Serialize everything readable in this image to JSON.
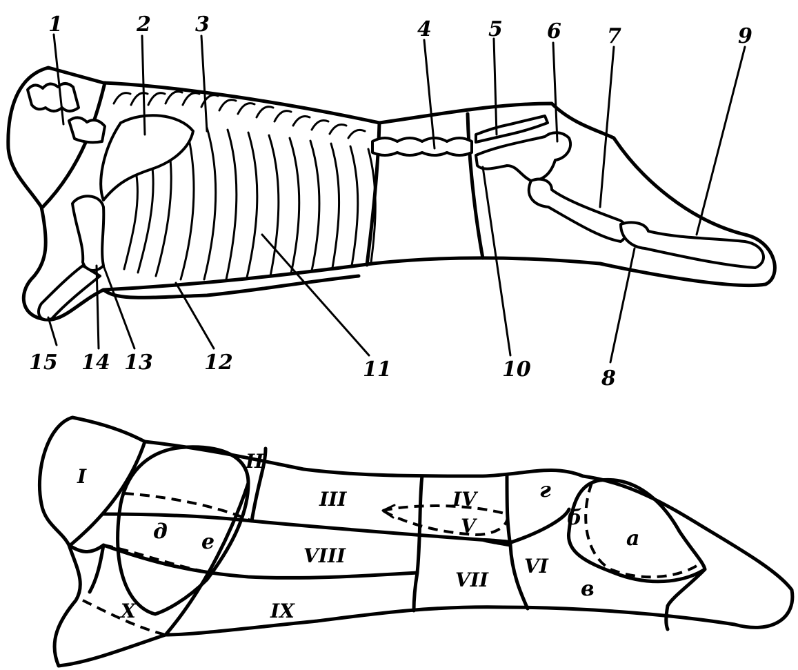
{
  "skeleton_labels": {
    "n1": "1",
    "n2": "2",
    "n3": "3",
    "n4": "4",
    "n5": "5",
    "n6": "6",
    "n7": "7",
    "n8": "8",
    "n9": "9",
    "n10": "10",
    "n11": "11",
    "n12": "12",
    "n13": "13",
    "n14": "14",
    "n15": "15"
  },
  "cut_labels": {
    "I": "I",
    "II": "II",
    "III": "III",
    "IV": "IV",
    "V": "V",
    "VI": "VI",
    "VII": "VII",
    "VIII": "VIII",
    "IX": "IX",
    "X": "X",
    "a": "a",
    "b": "б",
    "v": "в",
    "g": "г",
    "d": "д",
    "e": "е"
  }
}
